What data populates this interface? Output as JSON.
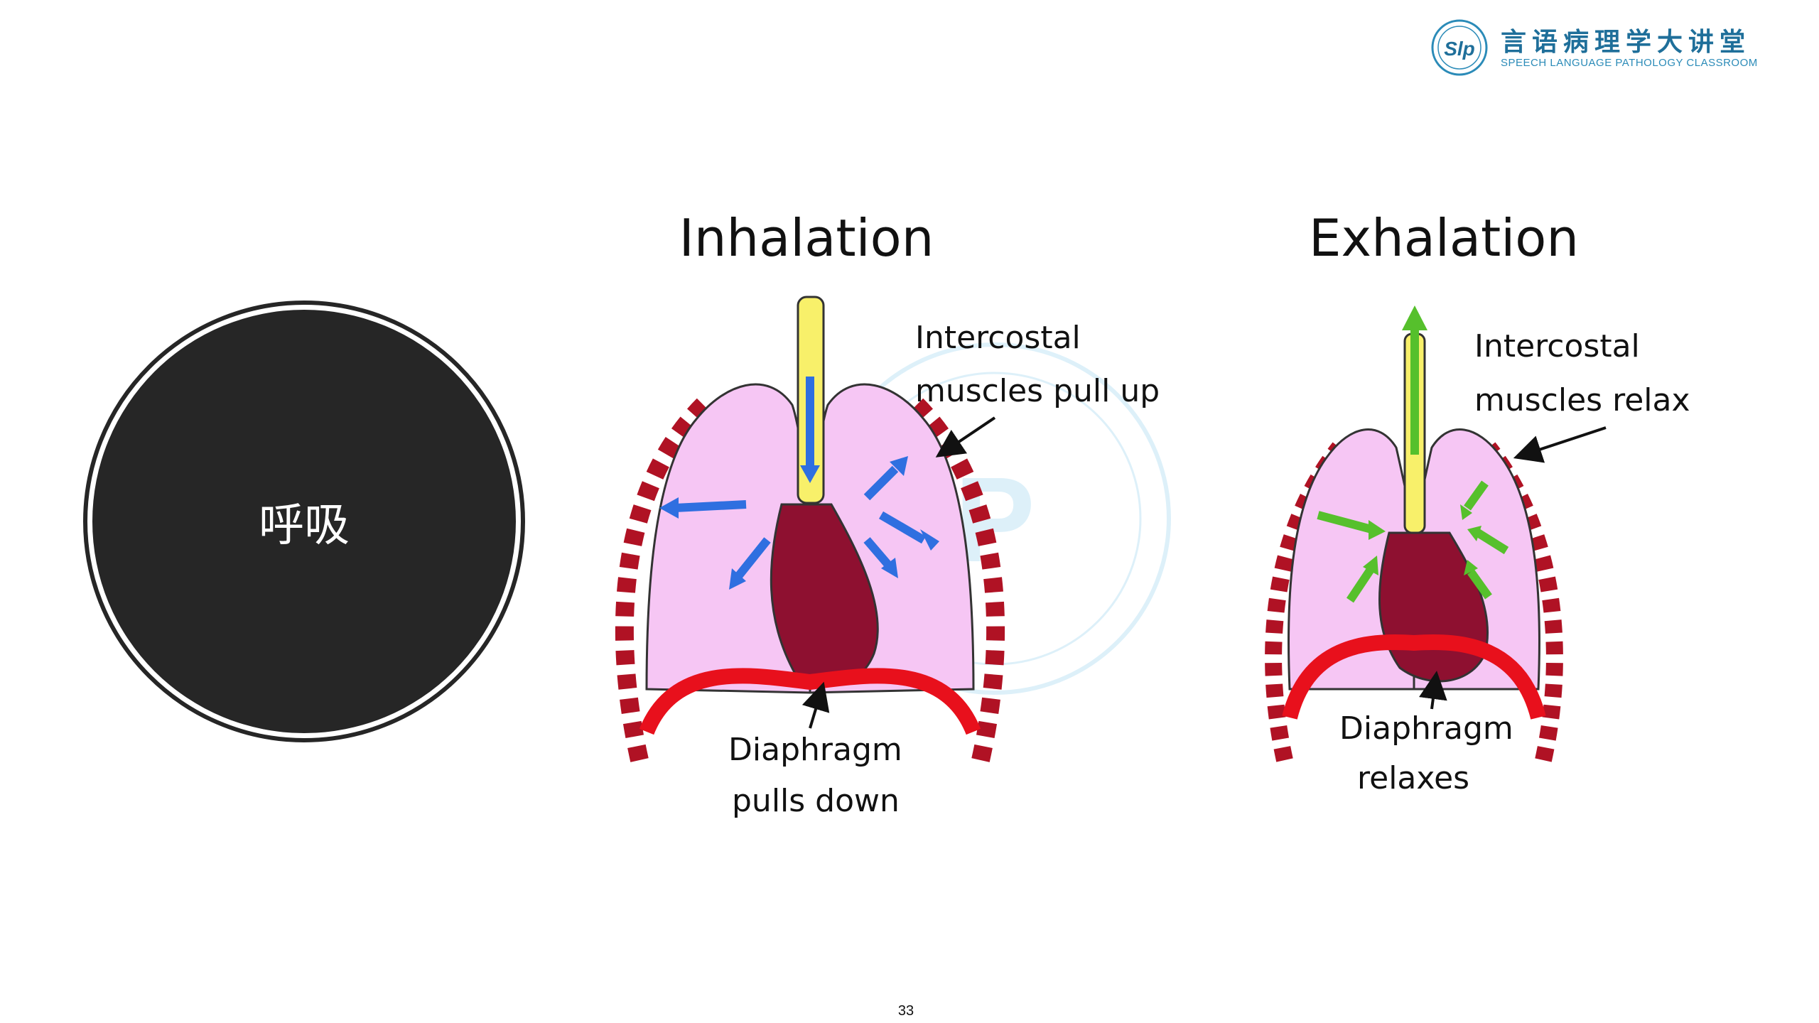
{
  "logo": {
    "cn_text": "言语病理学大讲堂",
    "en_text": "SPEECH LANGUAGE PATHOLOGY CLASSROOM",
    "mark": "Slp"
  },
  "topic_circle": {
    "label": "呼吸"
  },
  "inhalation": {
    "title": "Inhalation",
    "intercostal_line1": "Intercostal",
    "intercostal_line2": "muscles pull up",
    "diaphragm_line1": "Diaphragm",
    "diaphragm_line2": "pulls down"
  },
  "exhalation": {
    "title": "Exhalation",
    "intercostal_line1": "Intercostal",
    "intercostal_line2": "muscles relax",
    "diaphragm_line1": "Diaphragm",
    "diaphragm_line2": "relaxes"
  },
  "page_number": "33",
  "colors": {
    "lung": "#f6c6f4",
    "heart": "#8e1030",
    "trachea": "#f8f06a",
    "diaphragm": "#e8101c",
    "rib": "#b01224",
    "inhale_arrow": "#2f6fe0",
    "exhale_arrow": "#56c02c",
    "circle_fill": "#262626",
    "logo": "#1f6f9a"
  }
}
